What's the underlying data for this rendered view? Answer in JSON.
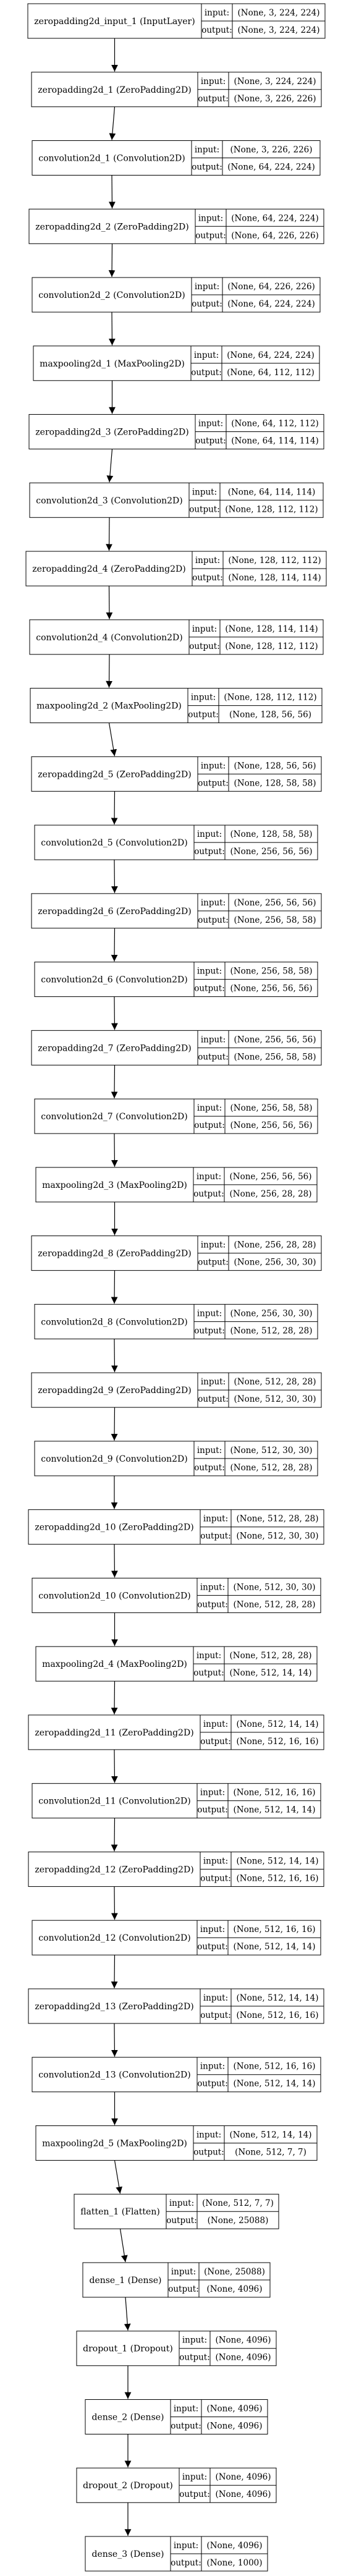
{
  "diagram": {
    "layers": [
      {
        "name": "zeropadding2d_input_1 (InputLayer)",
        "input_label": "input:",
        "input": "(None, 3, 224, 224)",
        "output_label": "output:",
        "output": "(None, 3, 224, 224)"
      },
      {
        "name": "zeropadding2d_1 (ZeroPadding2D)",
        "input_label": "input:",
        "input": "(None, 3, 224, 224)",
        "output_label": "output:",
        "output": "(None, 3, 226, 226)"
      },
      {
        "name": "convolution2d_1 (Convolution2D)",
        "input_label": "input:",
        "input": "(None, 3, 226, 226)",
        "output_label": "output:",
        "output": "(None, 64, 224, 224)"
      },
      {
        "name": "zeropadding2d_2 (ZeroPadding2D)",
        "input_label": "input:",
        "input": "(None, 64, 224, 224)",
        "output_label": "output:",
        "output": "(None, 64, 226, 226)"
      },
      {
        "name": "convolution2d_2 (Convolution2D)",
        "input_label": "input:",
        "input": "(None, 64, 226, 226)",
        "output_label": "output:",
        "output": "(None, 64, 224, 224)"
      },
      {
        "name": "maxpooling2d_1 (MaxPooling2D)",
        "input_label": "input:",
        "input": "(None, 64, 224, 224)",
        "output_label": "output:",
        "output": "(None, 64, 112, 112)"
      },
      {
        "name": "zeropadding2d_3 (ZeroPadding2D)",
        "input_label": "input:",
        "input": "(None, 64, 112, 112)",
        "output_label": "output:",
        "output": "(None, 64, 114, 114)"
      },
      {
        "name": "convolution2d_3 (Convolution2D)",
        "input_label": "input:",
        "input": "(None, 64, 114, 114)",
        "output_label": "output:",
        "output": "(None, 128, 112, 112)"
      },
      {
        "name": "zeropadding2d_4 (ZeroPadding2D)",
        "input_label": "input:",
        "input": "(None, 128, 112, 112)",
        "output_label": "output:",
        "output": "(None, 128, 114, 114)"
      },
      {
        "name": "convolution2d_4 (Convolution2D)",
        "input_label": "input:",
        "input": "(None, 128, 114, 114)",
        "output_label": "output:",
        "output": "(None, 128, 112, 112)"
      },
      {
        "name": "maxpooling2d_2 (MaxPooling2D)",
        "input_label": "input:",
        "input": "(None, 128, 112, 112)",
        "output_label": "output:",
        "output": "(None, 128, 56, 56)"
      },
      {
        "name": "zeropadding2d_5 (ZeroPadding2D)",
        "input_label": "input:",
        "input": "(None, 128, 56, 56)",
        "output_label": "output:",
        "output": "(None, 128, 58, 58)"
      },
      {
        "name": "convolution2d_5 (Convolution2D)",
        "input_label": "input:",
        "input": "(None, 128, 58, 58)",
        "output_label": "output:",
        "output": "(None, 256, 56, 56)"
      },
      {
        "name": "zeropadding2d_6 (ZeroPadding2D)",
        "input_label": "input:",
        "input": "(None, 256, 56, 56)",
        "output_label": "output:",
        "output": "(None, 256, 58, 58)"
      },
      {
        "name": "convolution2d_6 (Convolution2D)",
        "input_label": "input:",
        "input": "(None, 256, 58, 58)",
        "output_label": "output:",
        "output": "(None, 256, 56, 56)"
      },
      {
        "name": "zeropadding2d_7 (ZeroPadding2D)",
        "input_label": "input:",
        "input": "(None, 256, 56, 56)",
        "output_label": "output:",
        "output": "(None, 256, 58, 58)"
      },
      {
        "name": "convolution2d_7 (Convolution2D)",
        "input_label": "input:",
        "input": "(None, 256, 58, 58)",
        "output_label": "output:",
        "output": "(None, 256, 56, 56)"
      },
      {
        "name": "maxpooling2d_3 (MaxPooling2D)",
        "input_label": "input:",
        "input": "(None, 256, 56, 56)",
        "output_label": "output:",
        "output": "(None, 256, 28, 28)"
      },
      {
        "name": "zeropadding2d_8 (ZeroPadding2D)",
        "input_label": "input:",
        "input": "(None, 256, 28, 28)",
        "output_label": "output:",
        "output": "(None, 256, 30, 30)"
      },
      {
        "name": "convolution2d_8 (Convolution2D)",
        "input_label": "input:",
        "input": "(None, 256, 30, 30)",
        "output_label": "output:",
        "output": "(None, 512, 28, 28)"
      },
      {
        "name": "zeropadding2d_9 (ZeroPadding2D)",
        "input_label": "input:",
        "input": "(None, 512, 28, 28)",
        "output_label": "output:",
        "output": "(None, 512, 30, 30)"
      },
      {
        "name": "convolution2d_9 (Convolution2D)",
        "input_label": "input:",
        "input": "(None, 512, 30, 30)",
        "output_label": "output:",
        "output": "(None, 512, 28, 28)"
      },
      {
        "name": "zeropadding2d_10 (ZeroPadding2D)",
        "input_label": "input:",
        "input": "(None, 512, 28, 28)",
        "output_label": "output:",
        "output": "(None, 512, 30, 30)"
      },
      {
        "name": "convolution2d_10 (Convolution2D)",
        "input_label": "input:",
        "input": "(None, 512, 30, 30)",
        "output_label": "output:",
        "output": "(None, 512, 28, 28)"
      },
      {
        "name": "maxpooling2d_4 (MaxPooling2D)",
        "input_label": "input:",
        "input": "(None, 512, 28, 28)",
        "output_label": "output:",
        "output": "(None, 512, 14, 14)"
      },
      {
        "name": "zeropadding2d_11 (ZeroPadding2D)",
        "input_label": "input:",
        "input": "(None, 512, 14, 14)",
        "output_label": "output:",
        "output": "(None, 512, 16, 16)"
      },
      {
        "name": "convolution2d_11 (Convolution2D)",
        "input_label": "input:",
        "input": "(None, 512, 16, 16)",
        "output_label": "output:",
        "output": "(None, 512, 14, 14)"
      },
      {
        "name": "zeropadding2d_12 (ZeroPadding2D)",
        "input_label": "input:",
        "input": "(None, 512, 14, 14)",
        "output_label": "output:",
        "output": "(None, 512, 16, 16)"
      },
      {
        "name": "convolution2d_12 (Convolution2D)",
        "input_label": "input:",
        "input": "(None, 512, 16, 16)",
        "output_label": "output:",
        "output": "(None, 512, 14, 14)"
      },
      {
        "name": "zeropadding2d_13 (ZeroPadding2D)",
        "input_label": "input:",
        "input": "(None, 512, 14, 14)",
        "output_label": "output:",
        "output": "(None, 512, 16, 16)"
      },
      {
        "name": "convolution2d_13 (Convolution2D)",
        "input_label": "input:",
        "input": "(None, 512, 16, 16)",
        "output_label": "output:",
        "output": "(None, 512, 14, 14)"
      },
      {
        "name": "maxpooling2d_5 (MaxPooling2D)",
        "input_label": "input:",
        "input": "(None, 512, 14, 14)",
        "output_label": "output:",
        "output": "(None, 512, 7, 7)"
      },
      {
        "name": "flatten_1 (Flatten)",
        "input_label": "input:",
        "input": "(None, 512, 7, 7)",
        "output_label": "output:",
        "output": "(None, 25088)"
      },
      {
        "name": "dense_1 (Dense)",
        "input_label": "input:",
        "input": "(None, 25088)",
        "output_label": "output:",
        "output": "(None, 4096)"
      },
      {
        "name": "dropout_1 (Dropout)",
        "input_label": "input:",
        "input": "(None, 4096)",
        "output_label": "output:",
        "output": "(None, 4096)"
      },
      {
        "name": "dense_2 (Dense)",
        "input_label": "input:",
        "input": "(None, 4096)",
        "output_label": "output:",
        "output": "(None, 4096)"
      },
      {
        "name": "dropout_2 (Dropout)",
        "input_label": "input:",
        "input": "(None, 4096)",
        "output_label": "output:",
        "output": "(None, 4096)"
      },
      {
        "name": "dense_3 (Dense)",
        "input_label": "input:",
        "input": "(None, 4096)",
        "output_label": "output:",
        "output": "(None, 1000)"
      }
    ]
  }
}
